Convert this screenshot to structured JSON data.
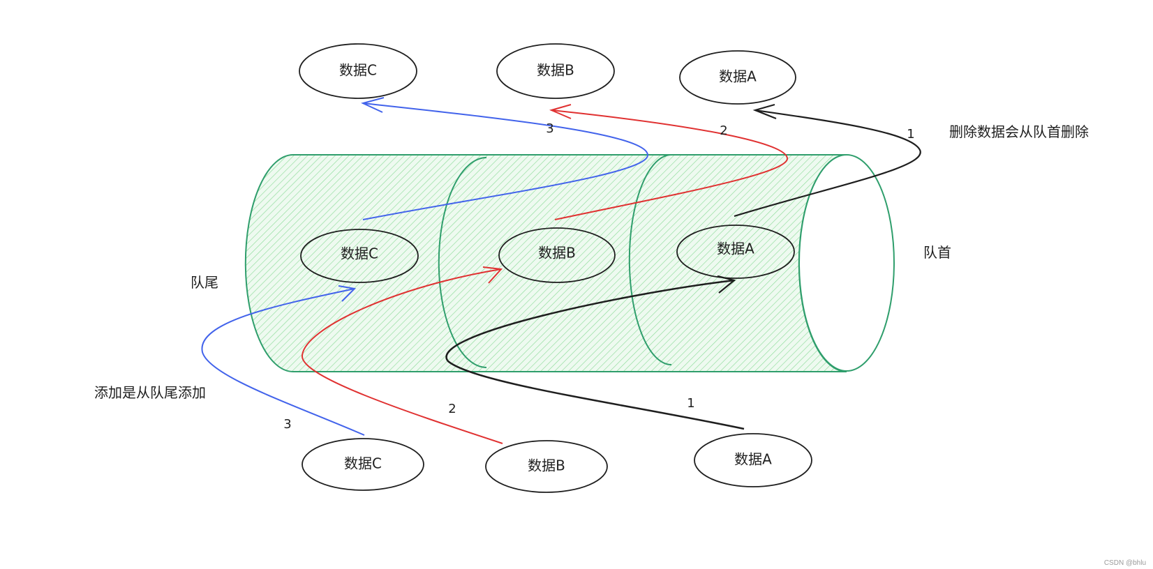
{
  "labels": {
    "queue_tail": "队尾",
    "queue_head": "队首",
    "add_note": "添加是从队尾添加",
    "remove_note": "删除数据会从队首删除",
    "watermark": "CSDN @bhlu"
  },
  "nodes": {
    "removed": [
      {
        "label": "数据C"
      },
      {
        "label": "数据B"
      },
      {
        "label": "数据A"
      }
    ],
    "in_queue": [
      {
        "label": "数据C"
      },
      {
        "label": "数据B"
      },
      {
        "label": "数据A"
      }
    ],
    "incoming": [
      {
        "label": "数据C"
      },
      {
        "label": "数据B"
      },
      {
        "label": "数据A"
      }
    ]
  },
  "step_numbers": {
    "remove": [
      "3",
      "2",
      "1"
    ],
    "add": [
      "3",
      "2",
      "1"
    ]
  },
  "colors": {
    "queue_fill": "#b2f2bb",
    "queue_stroke": "#2f9e6c",
    "node_stroke": "#1e1e1e",
    "arrow_c": "#4263eb",
    "arrow_b": "#e03131",
    "arrow_a": "#1e1e1e"
  }
}
